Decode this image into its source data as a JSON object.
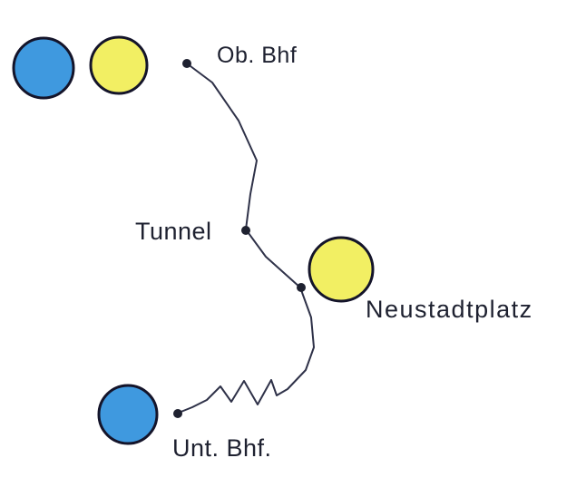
{
  "diagram": {
    "background": "#ffffff",
    "line_color": "#2e3148",
    "text_color": "#1e2130",
    "stations": {
      "ob_bhf": {
        "label": "Ob. Bhf"
      },
      "tunnel": {
        "label": "Tunnel"
      },
      "neustadtplatz": {
        "label": "Neustadtplatz"
      },
      "unt_bhf": {
        "label": "Unt. Bhf."
      }
    },
    "markers": {
      "blue": "#3f99df",
      "yellow": "#f2ef63",
      "outline": "#14142a",
      "dot": "#1e2130"
    }
  }
}
